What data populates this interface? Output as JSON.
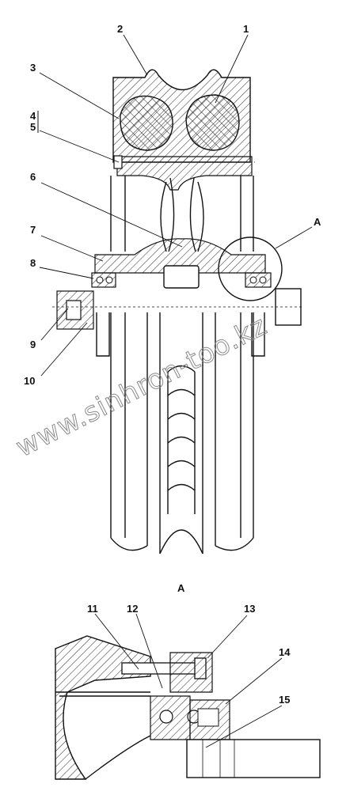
{
  "main_view": {
    "labels": [
      "1",
      "2",
      "3",
      "4",
      "5",
      "6",
      "7",
      "8",
      "9",
      "10"
    ],
    "section_marker": "A"
  },
  "detail_view": {
    "title": "A",
    "labels": [
      "11",
      "12",
      "13",
      "14",
      "15"
    ]
  },
  "watermark": "www.sinhron-too.kz",
  "colors": {
    "line": "#111111",
    "watermark": "#8a8a8a",
    "background": "#ffffff"
  }
}
